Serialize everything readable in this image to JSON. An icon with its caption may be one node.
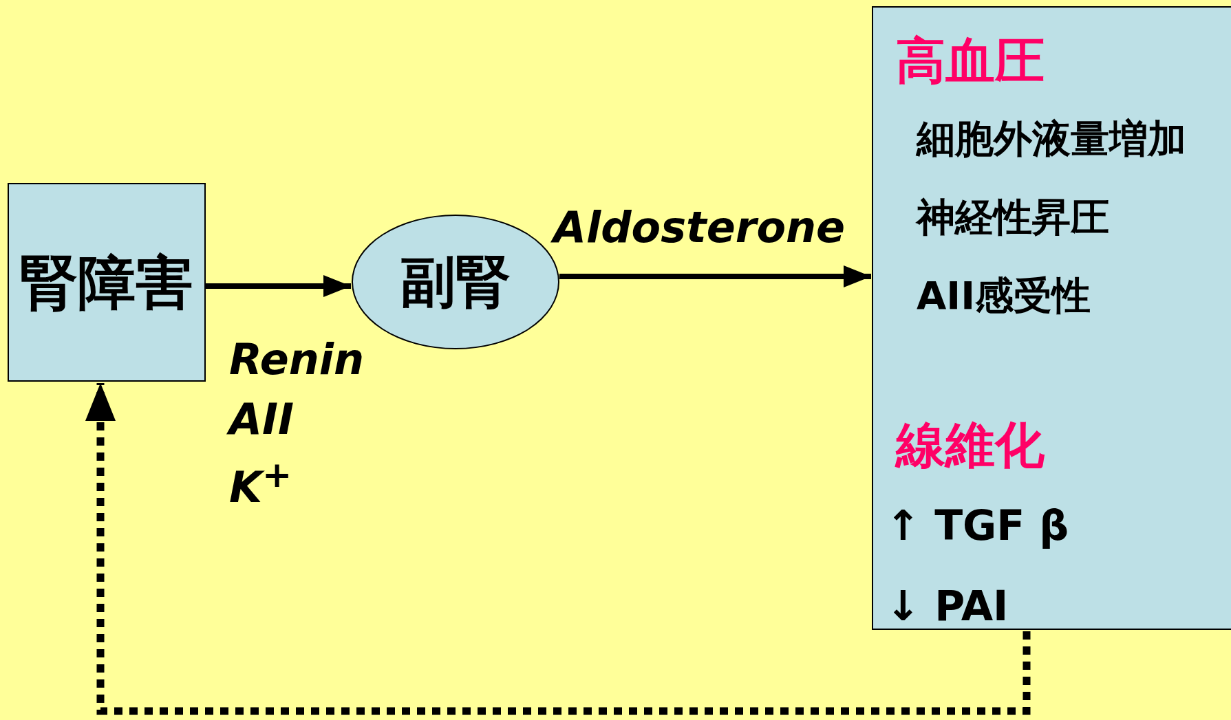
{
  "diagram": {
    "nodes": [
      {
        "text": [
          "腎障害"
        ]
      },
      {
        "text": [
          "副腎"
        ]
      },
      {
        "text": [
          "高血圧",
          "細胞外液量増加",
          "神経性昇圧",
          "AII感受性",
          "線維化",
          "↑ TGF β",
          "↓ PAI"
        ]
      }
    ],
    "edges": [
      {
        "from": 0,
        "to": 1,
        "arrow": "to",
        "label": "Renin AII K$^{+}$"
      },
      {
        "from": 1,
        "to": 2,
        "arrow": "to",
        "label": "Aldosterone"
      },
      {
        "from": 2,
        "to": 0,
        "arrow": "to",
        "style": "dashed"
      }
    ]
  }
}
